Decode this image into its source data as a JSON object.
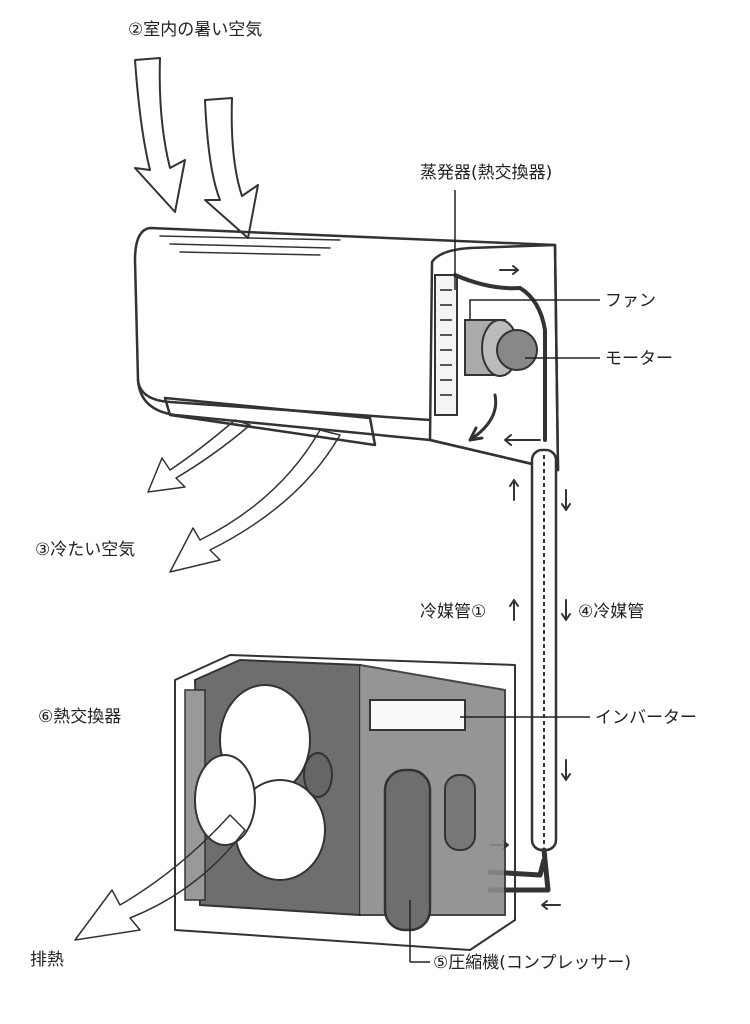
{
  "labels": {
    "hot_air": "②室内の暑い空気",
    "evaporator": "蒸発器(熱交換器)",
    "fan": "ファン",
    "motor": "モーター",
    "cold_air": "③冷たい空気",
    "pipe1": "冷媒管①",
    "pipe4": "④冷媒管",
    "heat_exchanger": "⑥熱交換器",
    "inverter": "インバーター",
    "exhaust": "排熱",
    "compressor": "⑤圧縮機(コンプレッサー)"
  },
  "colors": {
    "blue": "#6cb6de",
    "gray_arrow": "#9a9a9a",
    "dark_gray": "#6e6e6e",
    "outline": "#333333"
  }
}
